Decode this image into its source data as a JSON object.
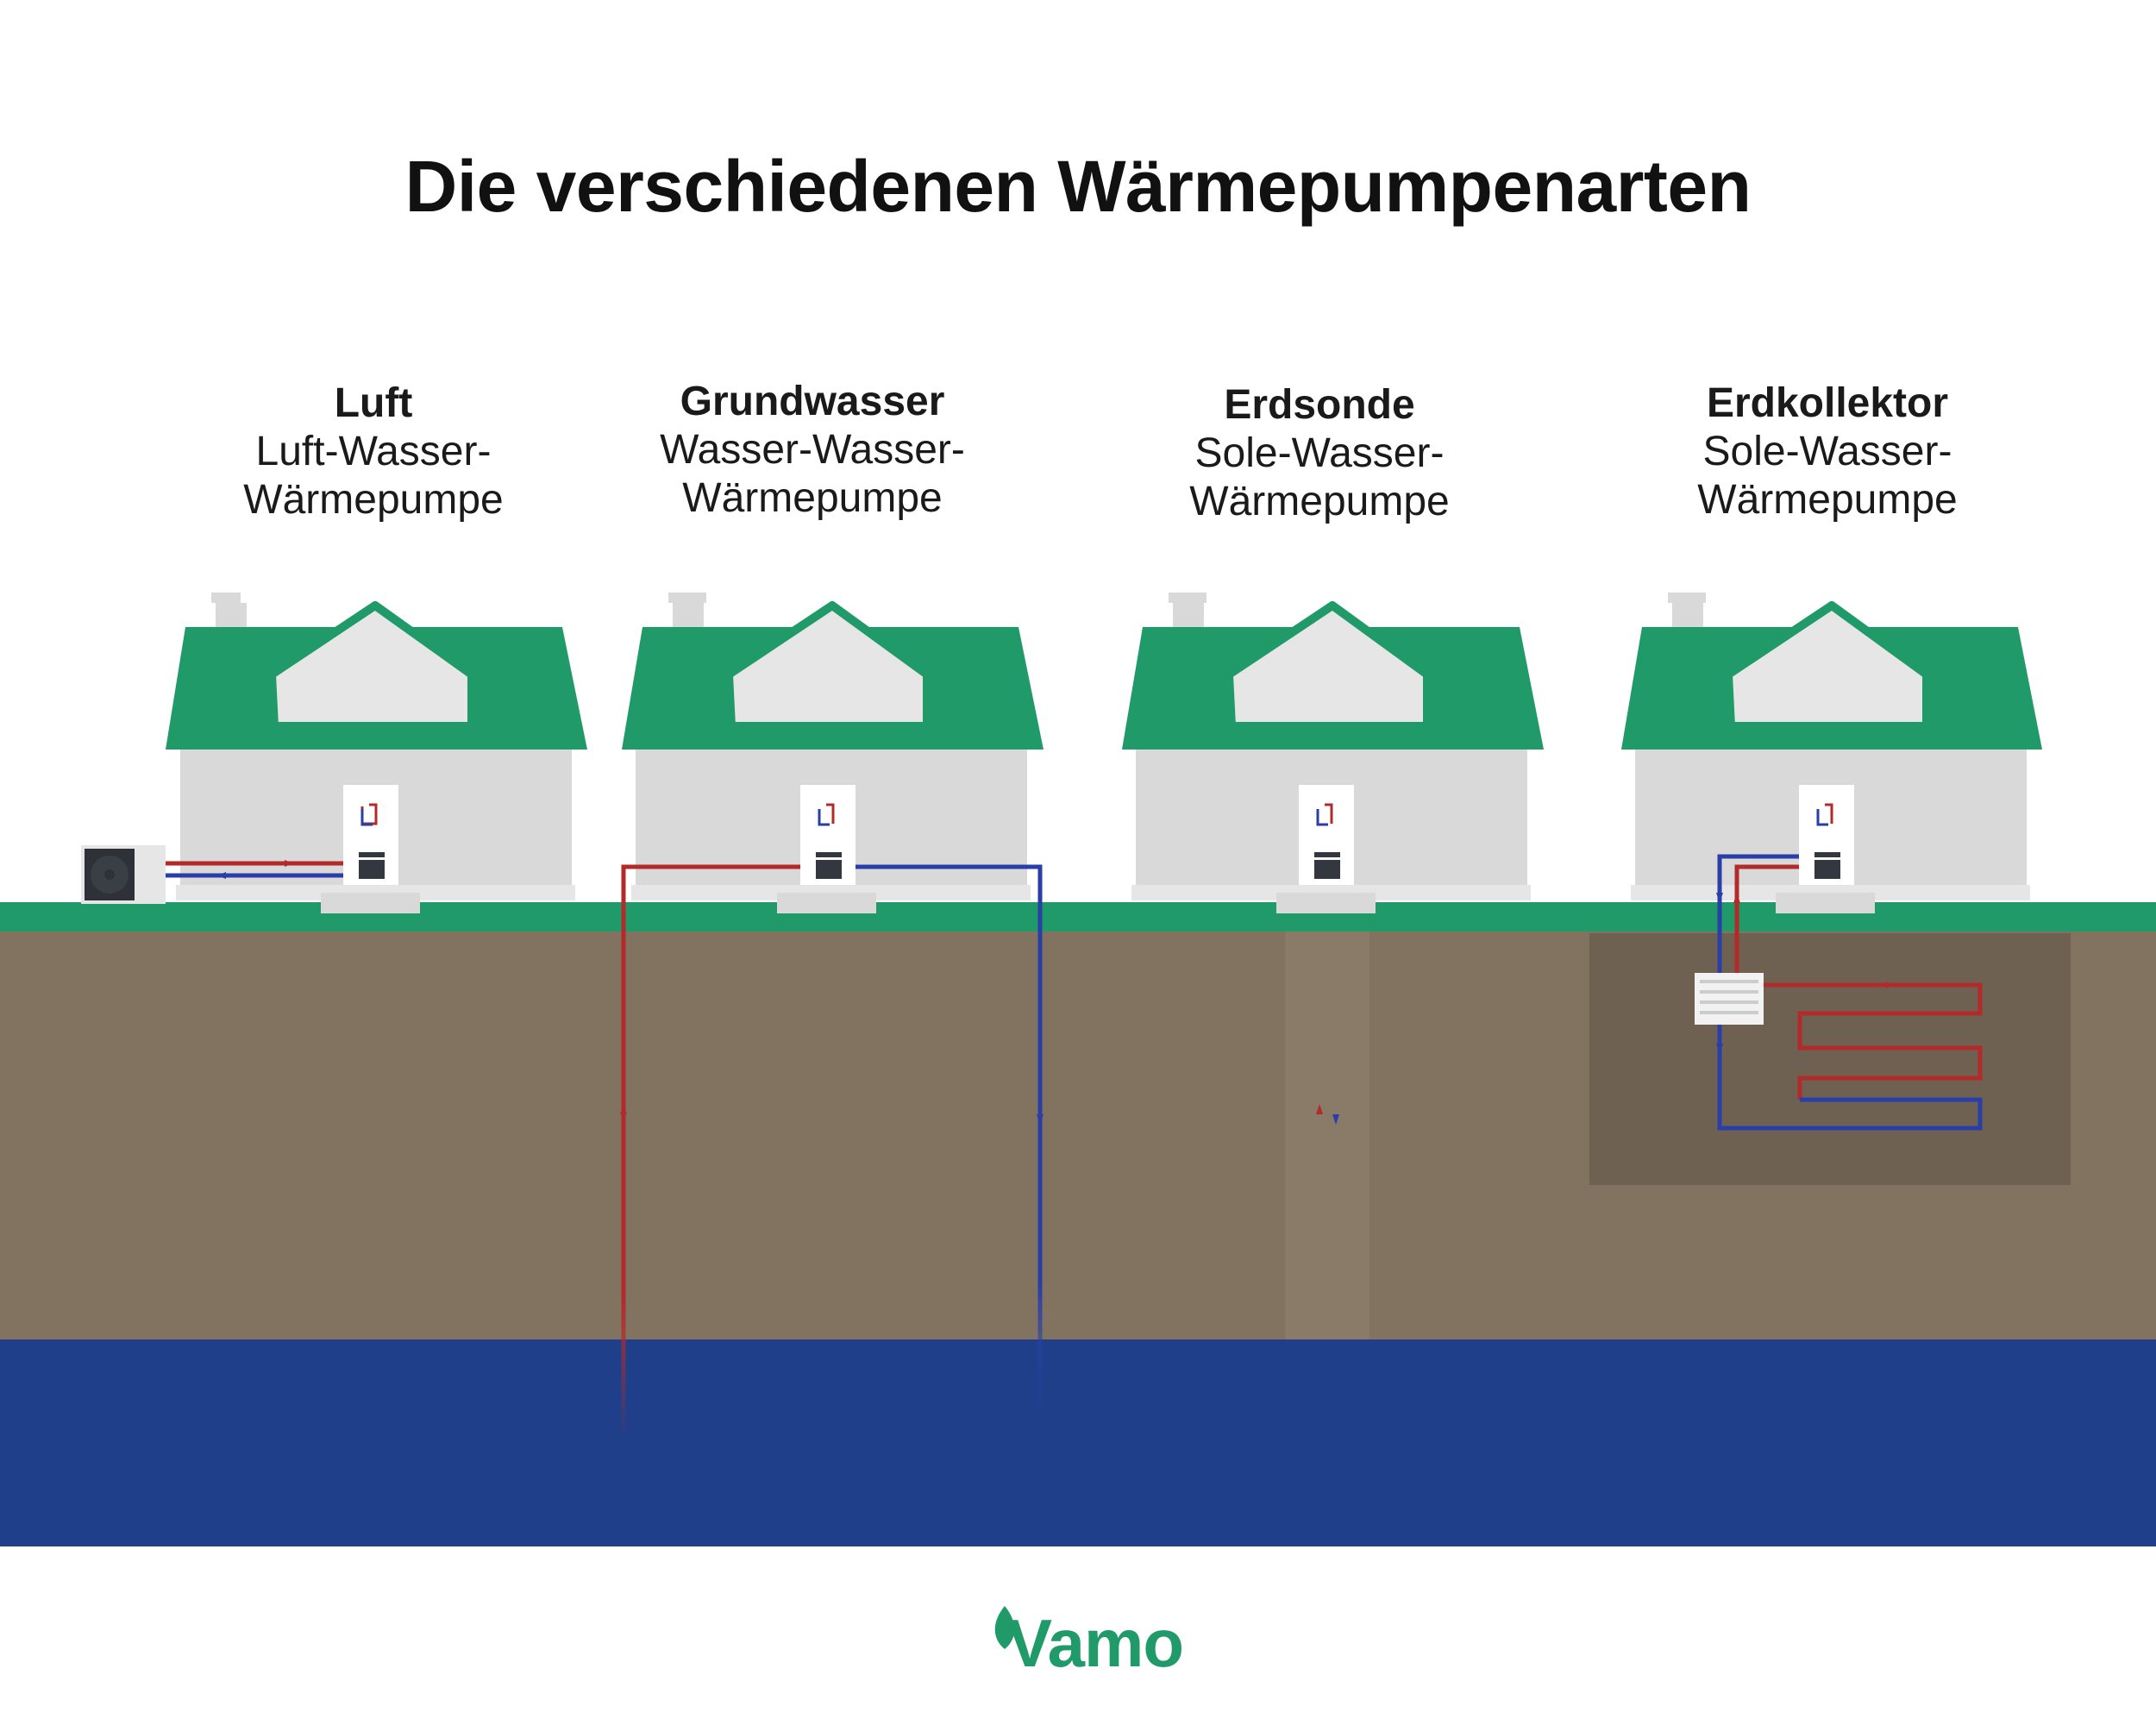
{
  "title": "Die verschiedenen Wärmepumpenarten",
  "types": [
    {
      "heading": "Luft",
      "line1": "Luft-Wasser-",
      "line2": "Wärmepumpe"
    },
    {
      "heading": "Grundwasser",
      "line1": "Wasser-Wasser-",
      "line2": "Wärmepumpe"
    },
    {
      "heading": "Erdsonde",
      "line1": "Sole-Wasser-",
      "line2": "Wärmepumpe"
    },
    {
      "heading": "Erdkollektor",
      "line1": "Sole-Wasser-",
      "line2": "Wärmepumpe"
    }
  ],
  "logo": "Vamo",
  "colors": {
    "roof": "#219a6a",
    "wall": "#d9d9d9",
    "gable": "#e6e6e6",
    "grass": "#219a6a",
    "soil": "#827260",
    "soil_dark": "#6e6152",
    "groundwater": "#1f3f8a",
    "pipe_hot": "#b32a2a",
    "pipe_cold": "#2a3ea8",
    "device_dark": "#333840"
  }
}
